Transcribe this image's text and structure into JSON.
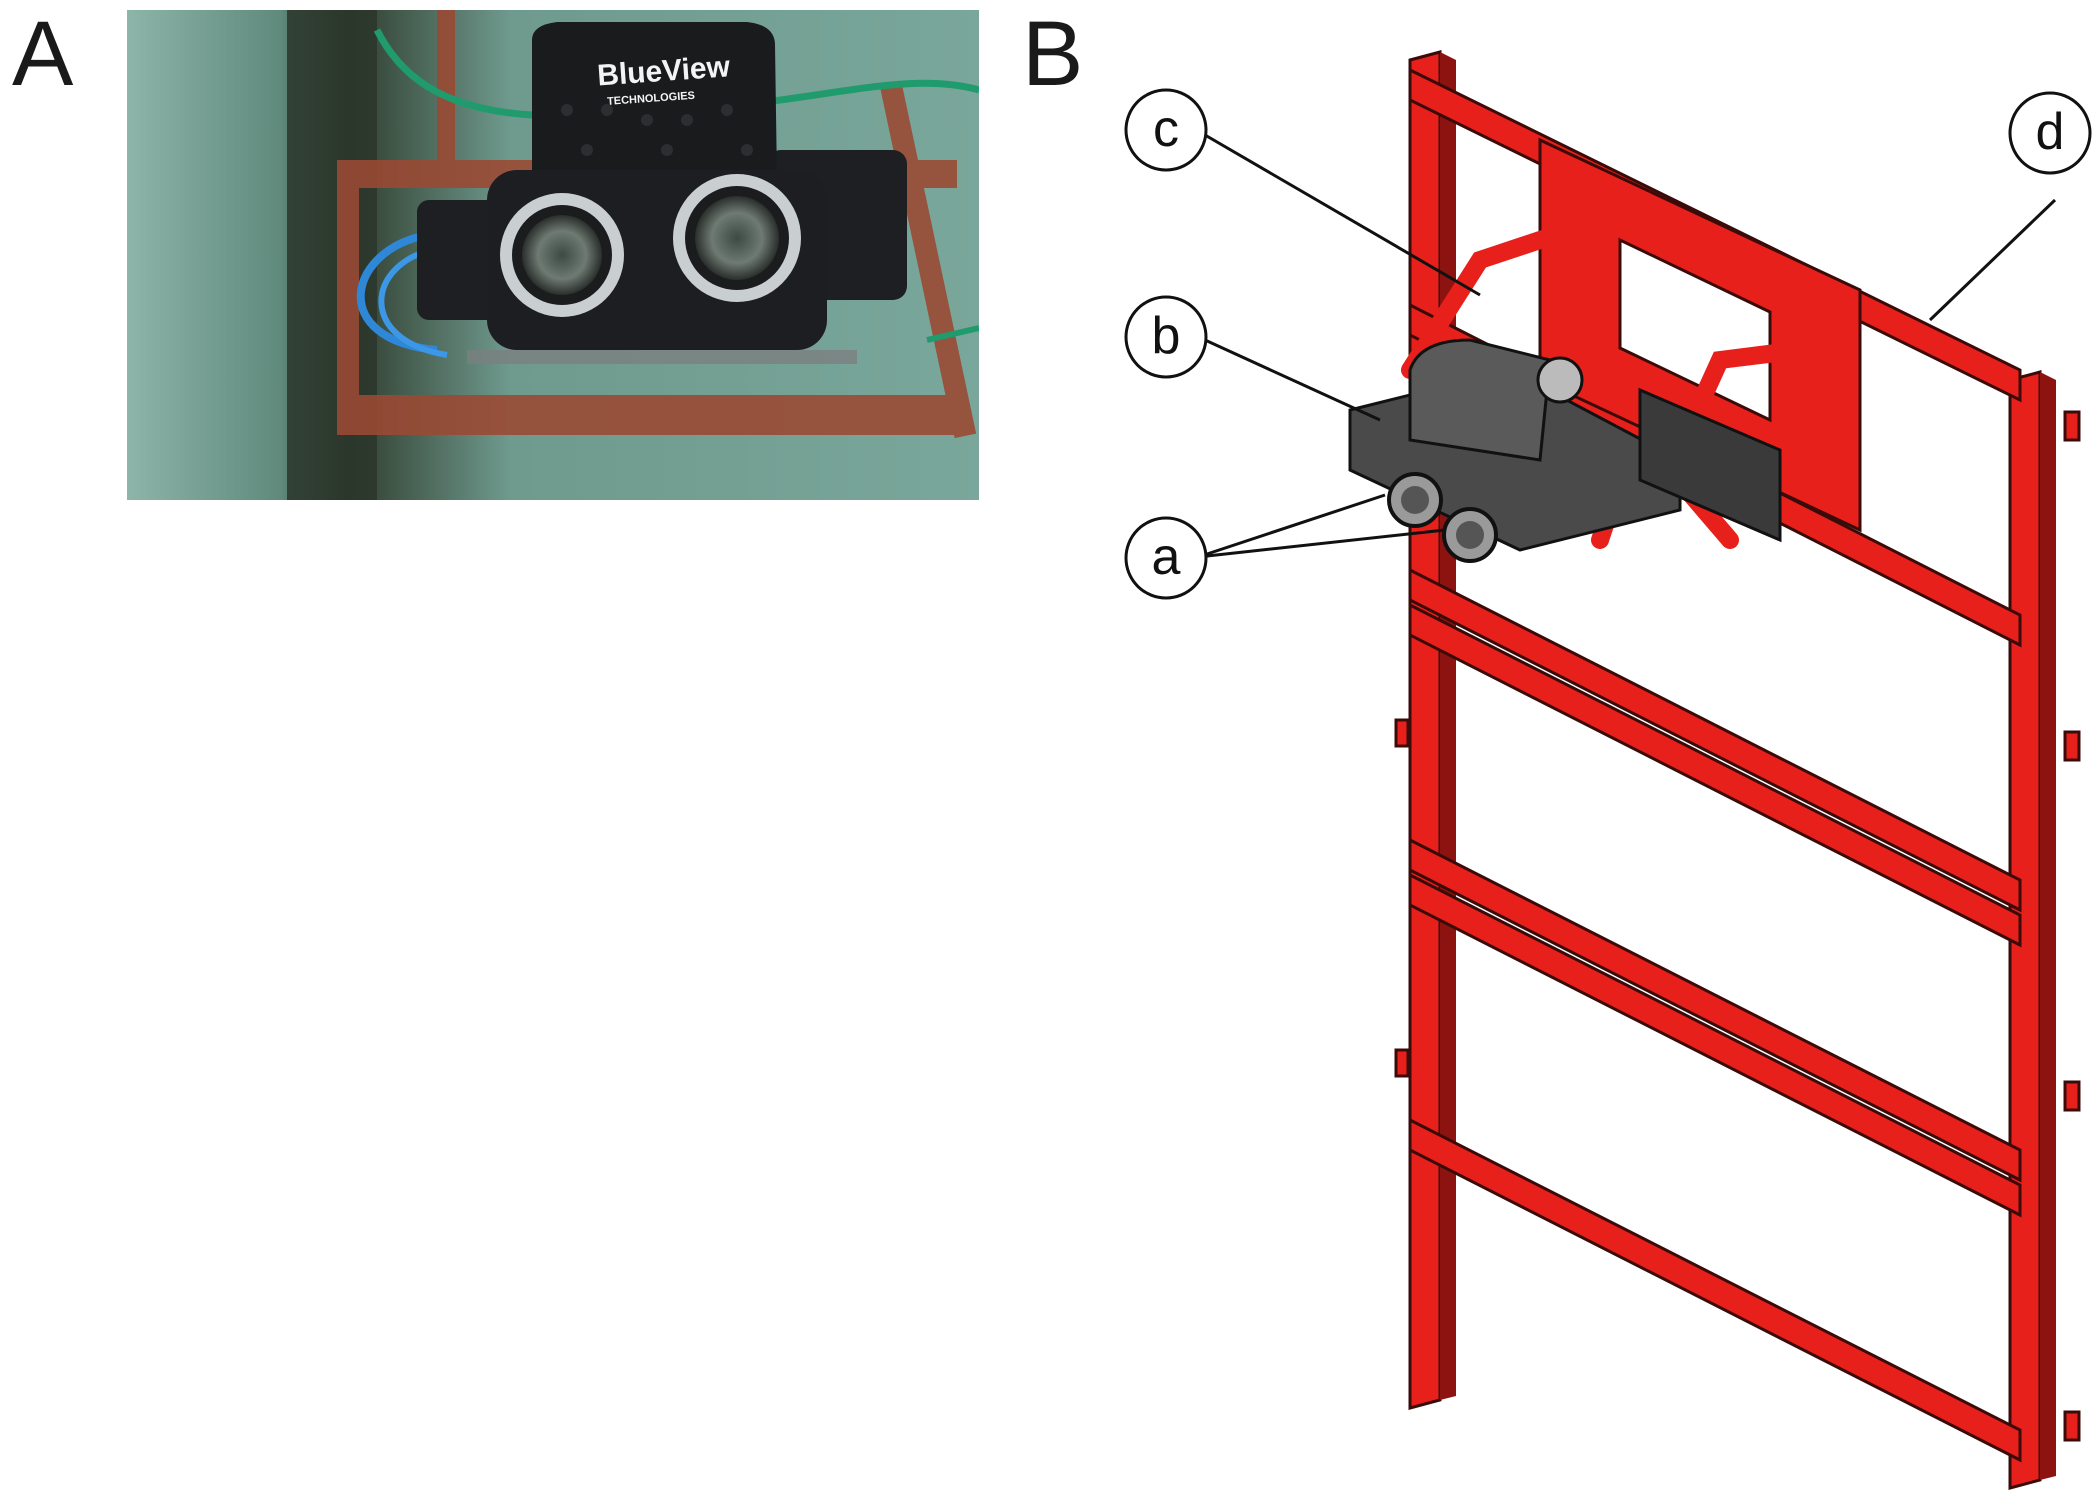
{
  "panels": [
    {
      "label": "A",
      "photo_logo_text": "BlueView",
      "photo_logo_subtext": "TECHNOLOGIES"
    },
    {
      "label": "B"
    }
  ],
  "callouts": [
    {
      "label": "c"
    },
    {
      "label": "b"
    },
    {
      "label": "a"
    },
    {
      "label": "d"
    }
  ],
  "colors": {
    "frame_red": "#e8201c",
    "frame_dark": "#3a0b08",
    "housing_gray": "#4a4a4a",
    "water_teal": "#6f9a8e"
  }
}
